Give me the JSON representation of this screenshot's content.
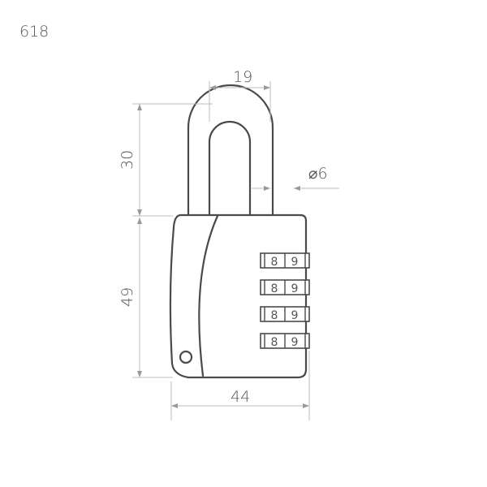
{
  "model_number": "618",
  "dimensions": {
    "shackle_width": "19",
    "shackle_height": "30",
    "shackle_diameter": "⌀6",
    "body_height": "49",
    "body_width": "44"
  },
  "dials": [
    {
      "left": "8",
      "right": "9"
    },
    {
      "left": "8",
      "right": "9"
    },
    {
      "left": "8",
      "right": "9"
    },
    {
      "left": "8",
      "right": "9"
    }
  ]
}
